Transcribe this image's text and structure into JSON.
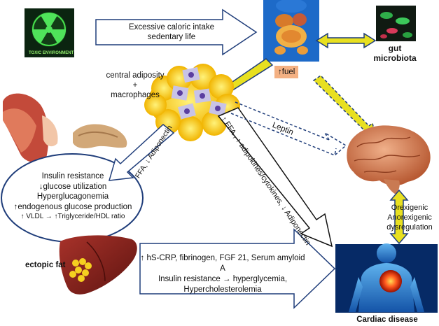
{
  "toxic_label": "TOXIC ENVIRONMENT",
  "top_arrow": {
    "line1": "Excessive caloric intake",
    "line2": "sedentary life"
  },
  "gut_label": {
    "line1": "gut",
    "line2": "microbiota"
  },
  "fuel_label": "↑fuel",
  "adiposity_label": {
    "line1": "central adiposity",
    "line2": "+",
    "line3": "macrophages"
  },
  "leptin_label": "Leptin",
  "ffa_left_label": "FFA, ↓ Adiponectin",
  "ffa_right_label": "↑ FFA , ↑ adipokines/cytokines, ↓ Adiponectin",
  "insulin_box": {
    "line1": "Insulin resistance",
    "line2": "↓glucose utilization",
    "line3": "Hyperglucagonemia",
    "line4": "↑endogenous glucose production",
    "line5": "↑ VLDL → ↑Triglyceride/HDL ratio"
  },
  "ectopic_label": "ectopic fat",
  "bottom_arrow": {
    "line1": "↑ hS-CRP, fibrinogen, FGF 21, Serum amyloid A",
    "line2": "Insulin resistance → hyperglycemia,",
    "line3": "Hypercholesterolemia"
  },
  "brain_label": {
    "line1": "Orexigenic",
    "line2": "Anorexigenic",
    "line3": "dysregulation"
  },
  "cardiac_label": "Cardiac disease",
  "colors": {
    "arrow_outline": "#1f3d7a",
    "yellow_arrow": "#e8e020",
    "fuel_bg": "#f4b183",
    "cardiac_bg": "#0a3d8f"
  }
}
